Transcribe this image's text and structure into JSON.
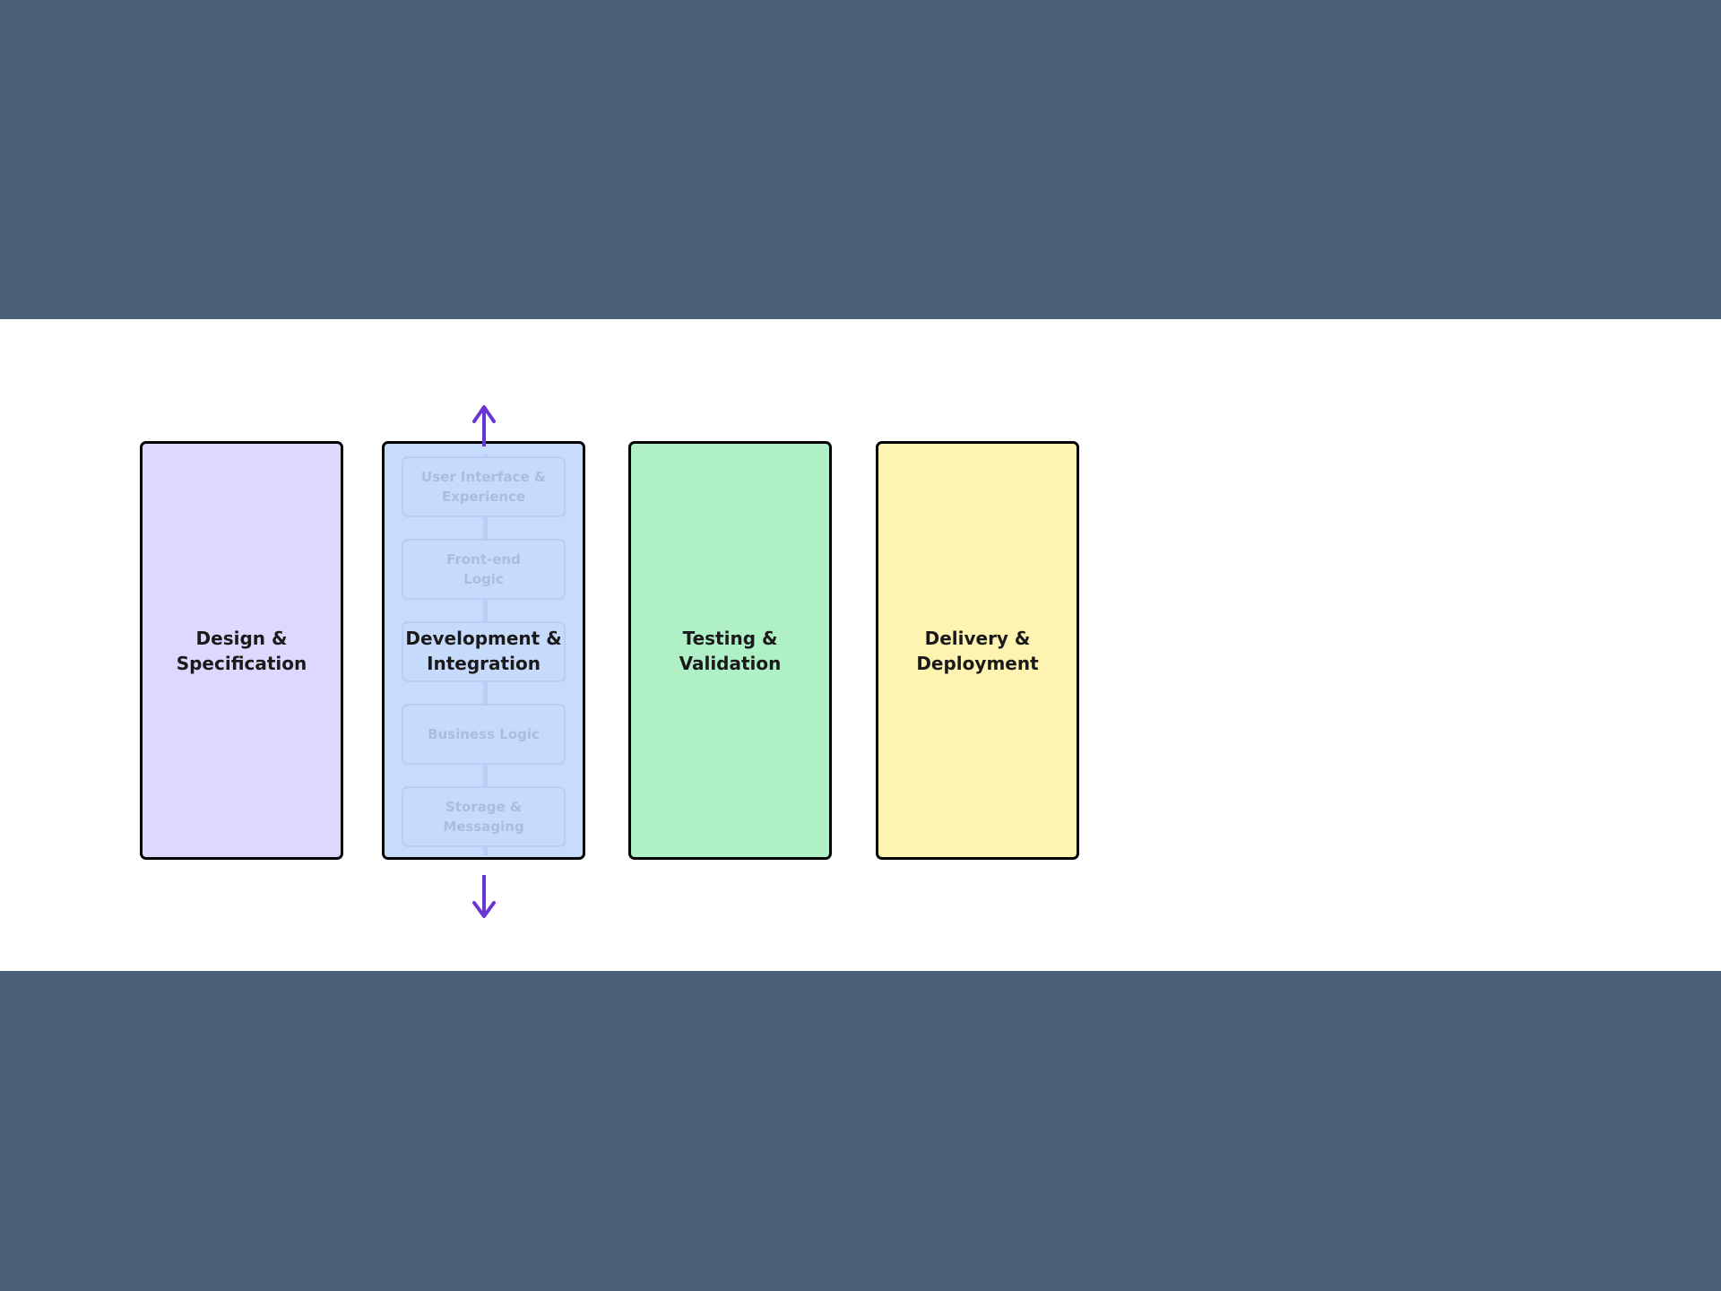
{
  "diagram": {
    "columns": [
      {
        "id": "design",
        "label": "Design &\nSpecification",
        "fill": "#ddd9fe",
        "border": "#9384de"
      },
      {
        "id": "development",
        "label": "Development &\nIntegration",
        "fill": "#c7dbfd",
        "border": "#6e9ce6"
      },
      {
        "id": "testing",
        "label": "Testing &\nValidation",
        "fill": "#aff0c7",
        "border": "#3fc067"
      },
      {
        "id": "delivery",
        "label": "Delivery &\nDeployment",
        "fill": "#fef3b1",
        "border": "#f4dd4d"
      }
    ],
    "development_layers": [
      "User Interface &\nExperience",
      "Front-end\nLogic",
      "",
      "Business Logic",
      "Storage &\nMessaging"
    ],
    "arrow_color": "#6a35d6",
    "background_color": "#4b6079"
  }
}
